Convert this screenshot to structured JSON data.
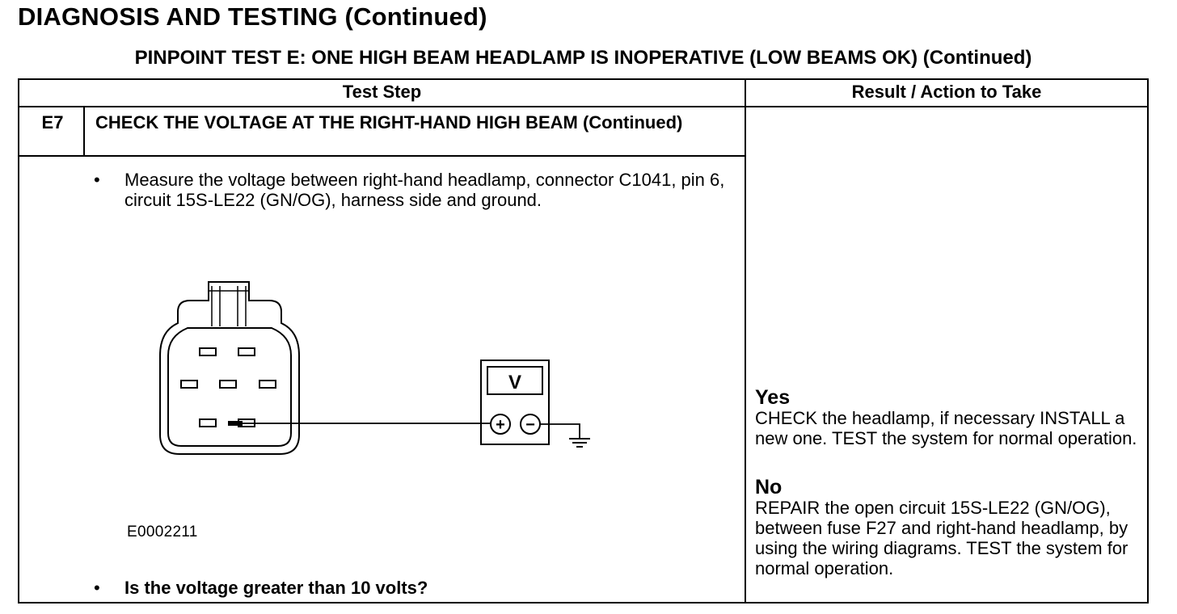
{
  "page": {
    "heading": "DIAGNOSIS AND TESTING (Continued)",
    "subheading": "PINPOINT TEST E: ONE HIGH BEAM HEADLAMP IS INOPERATIVE (LOW BEAMS OK) (Continued)"
  },
  "table": {
    "col_test_step": "Test Step",
    "col_result": "Result / Action to Take"
  },
  "step": {
    "id": "E7",
    "title": "CHECK THE VOLTAGE AT THE RIGHT-HAND HIGH BEAM (Continued)",
    "bullet_char": "•",
    "instruction": "Measure the voltage between right-hand headlamp, connector C1041, pin 6, circuit 15S-LE22 (GN/OG), harness side and ground.",
    "figure_ref": "E0002211",
    "question": "Is the voltage greater than 10 volts?"
  },
  "diagram": {
    "meter_label": "V",
    "plus_symbol": "+",
    "minus_symbol": "−"
  },
  "results": {
    "yes_label": "Yes",
    "yes_text": "CHECK the headlamp, if necessary INSTALL a new one. TEST the system for normal operation.",
    "no_label": "No",
    "no_text": "REPAIR the open circuit 15S-LE22 (GN/OG), between fuse F27 and right-hand headlamp, by using the wiring diagrams. TEST the system for normal operation."
  }
}
